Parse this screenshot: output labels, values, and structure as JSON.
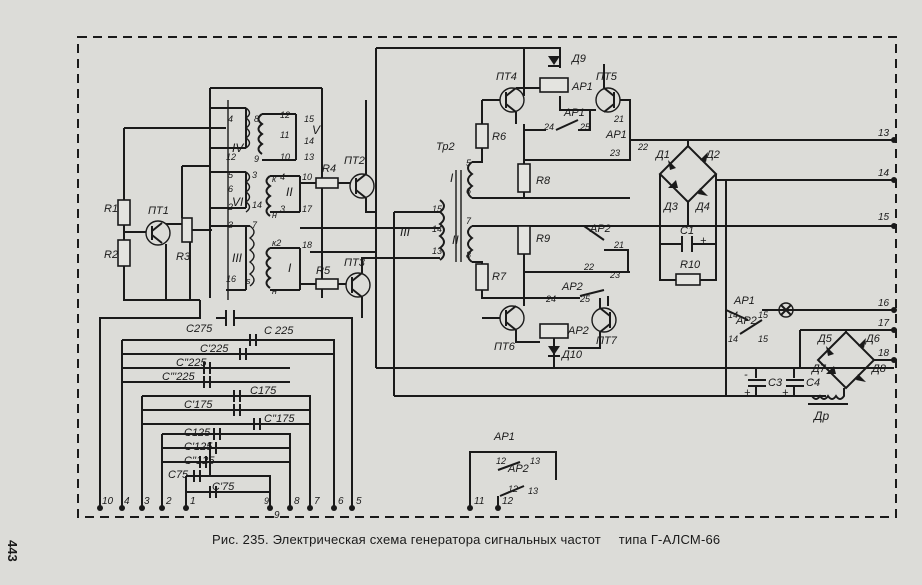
{
  "caption": {
    "text": "Рис. 235. Электрическая схема генератора сигнальных частот",
    "type": "типа Г-АЛСМ-66"
  },
  "page_number": "443",
  "labels": {
    "R1": "R1",
    "R2": "R2",
    "R3": "R3",
    "R4": "R4",
    "R5": "R5",
    "R6": "R6",
    "R7": "R7",
    "R8": "R8",
    "R9": "R9",
    "R10": "R10",
    "PT1": "ПТ1",
    "PT2": "ПТ2",
    "PT3": "ПТ3",
    "PT4": "ПТ4",
    "PT5": "ПТ5",
    "PT6": "ПТ6",
    "PT7": "ПТ7",
    "D1": "Д1",
    "D2": "Д2",
    "D3": "Д3",
    "D4": "Д4",
    "D5": "Д5",
    "D6": "Д6",
    "D7": "Д7",
    "D8": "Д8",
    "D9": "Д9",
    "D10": "Д10",
    "Tr2": "Тр2",
    "Dr": "Др",
    "C1": "С1",
    "C3": "С3",
    "C4": "С4",
    "C275": "С275",
    "C225": "С 225",
    "C1_225": "С'225",
    "C2_225": "С''225",
    "C3_225": "С'''225",
    "C175": "С175",
    "C1_175": "С'175",
    "C2_175": "С''175",
    "C125": "С125",
    "C1_125": "С'125",
    "C2_125": "С''125",
    "C75": "С75",
    "C1_75": "С'75",
    "AP1": "АР1",
    "AP2": "АР2",
    "wI": "I",
    "wII": "II",
    "wIII": "III",
    "wIV": "IV",
    "wV": "V",
    "wVI": "VI",
    "K": "к",
    "N": "н",
    "K2": "к2",
    "S": "s",
    "plus": "+",
    "minus": "-"
  },
  "terminals": {
    "right": [
      "13",
      "14",
      "15",
      "16",
      "17",
      "18"
    ],
    "bottom": [
      "10",
      "4",
      "3",
      "2",
      "1",
      "9",
      "8",
      "7",
      "6",
      "5"
    ],
    "relay_bottom": [
      "11",
      "12"
    ]
  },
  "pins": {
    "n2": "2",
    "n3": "3",
    "n4": "4",
    "n5": "5",
    "n6": "6",
    "n7": "7",
    "n8": "8",
    "n9": "9",
    "n10": "10",
    "n11": "11",
    "n12": "12",
    "n13": "13",
    "n14": "14",
    "n15": "15",
    "n16": "16",
    "n17": "17",
    "n18": "18",
    "n21": "21",
    "n22": "22",
    "n23": "23",
    "n24": "24",
    "n25": "25"
  }
}
